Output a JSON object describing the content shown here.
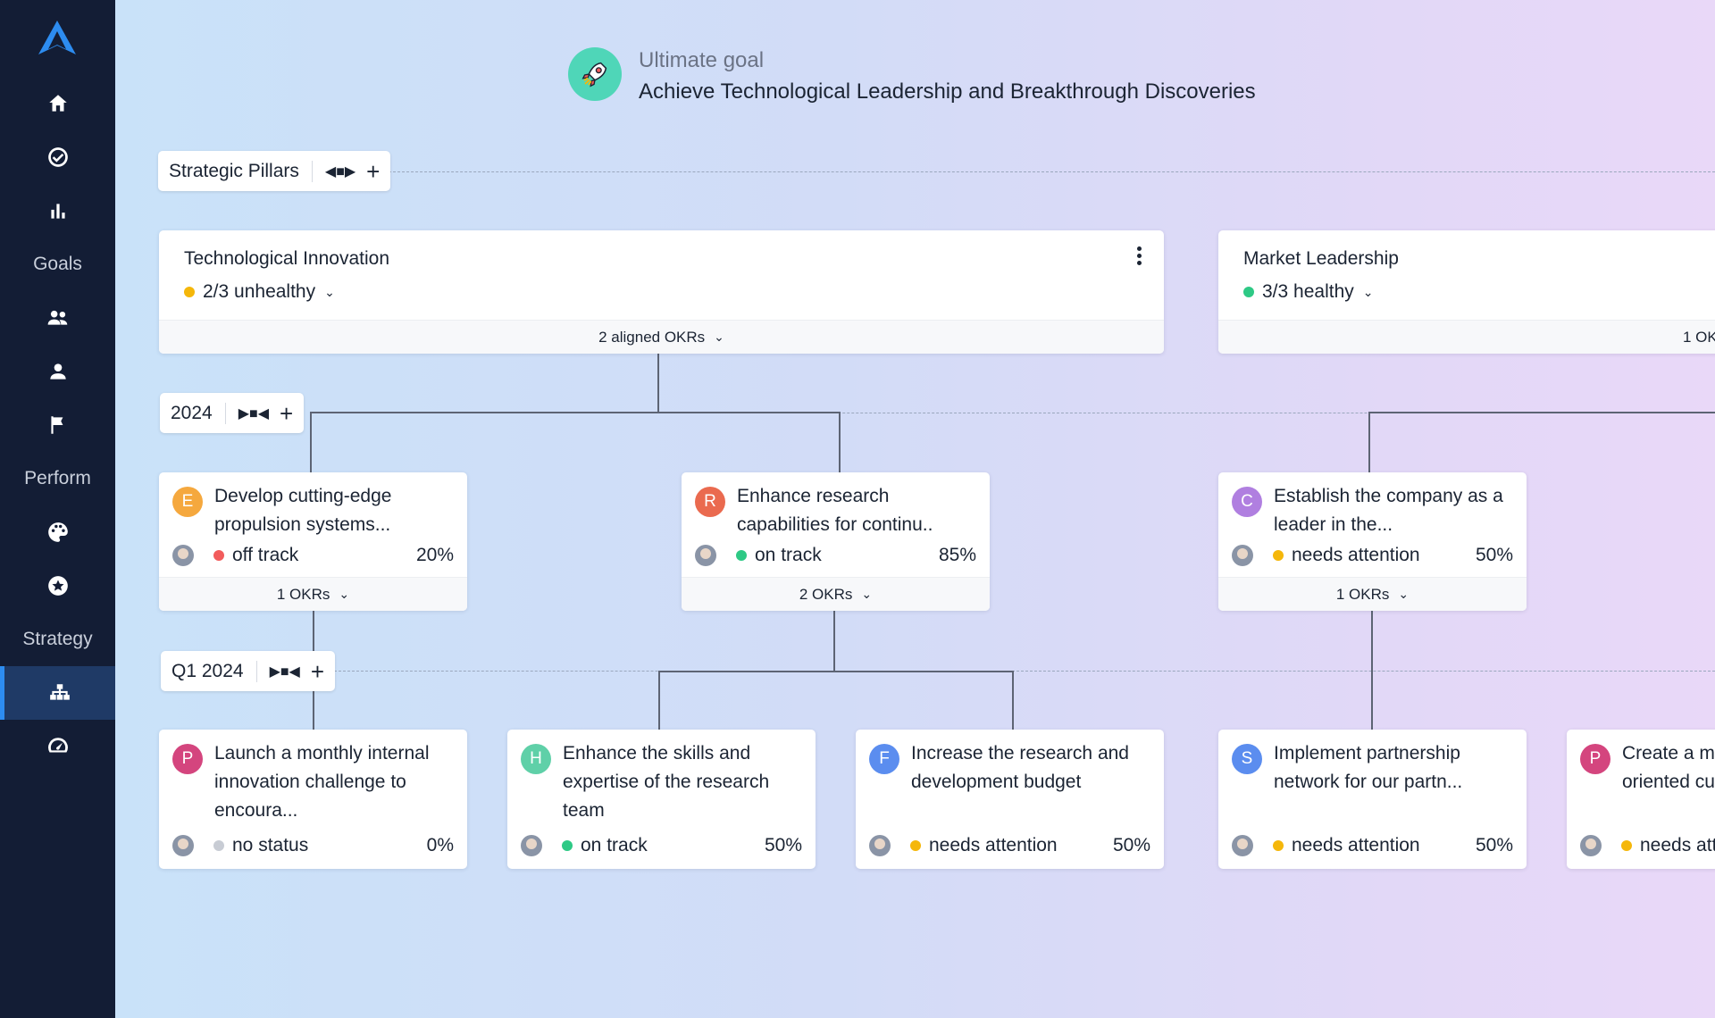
{
  "sidebar": {
    "sections": {
      "goals": "Goals",
      "perform": "Perform",
      "strategy": "Strategy"
    },
    "icons": [
      "home-icon",
      "check-circle-icon",
      "bar-chart-icon",
      "team-icon",
      "user-icon",
      "flag-icon",
      "palette-icon",
      "star-icon",
      "hierarchy-icon",
      "gauge-icon"
    ],
    "active_item": "hierarchy-icon",
    "accent": "#2d8cf0",
    "background": "#131d35"
  },
  "goal": {
    "label": "Ultimate goal",
    "title": "Achieve Technological Leadership and Breakthrough Discoveries"
  },
  "levels": {
    "pillars": "Strategic Pillars",
    "year": "2024",
    "quarter": "Q1 2024"
  },
  "pillars": [
    {
      "title": "Technological Innovation",
      "health": "2/3 unhealthy",
      "aligned": "2 aligned OKRs",
      "color": "#f5b70a"
    },
    {
      "title": "Market Leadership",
      "health": "3/3 healthy",
      "aligned": "1 OK",
      "color": "#2ec985"
    }
  ],
  "year_okrs": [
    {
      "letter": "E",
      "letter_color": "#f5a83e",
      "title": "Develop cutting-edge propulsion systems...",
      "status": "off track",
      "status_color": "#f25c5c",
      "pct": "20%",
      "okrs": "1 OKRs"
    },
    {
      "letter": "R",
      "letter_color": "#ea6a4f",
      "title": "Enhance research capabilities for continu..",
      "status": "on track",
      "status_color": "#2ec985",
      "pct": "85%",
      "okrs": "2 OKRs"
    },
    {
      "letter": "C",
      "letter_color": "#b07fe0",
      "title": "Establish the company as a leader in the...",
      "status": "needs attention",
      "status_color": "#f5b70a",
      "pct": "50%",
      "okrs": "1 OKRs"
    }
  ],
  "quarter_okrs": [
    {
      "letter": "P",
      "letter_color": "#d4457e",
      "title": "Launch a monthly internal innovation challenge to encoura...",
      "status": "no status",
      "status_color": "#c8ccd4",
      "pct": "0%"
    },
    {
      "letter": "H",
      "letter_color": "#5fd0a8",
      "title": "Enhance the skills and expertise of the research team",
      "status": "on track",
      "status_color": "#2ec985",
      "pct": "50%"
    },
    {
      "letter": "F",
      "letter_color": "#5b8def",
      "title": "Increase the research and development budget",
      "status": "needs attention",
      "status_color": "#f5b70a",
      "pct": "50%"
    },
    {
      "letter": "S",
      "letter_color": "#5b8def",
      "title": "Implement partnership network for our partn...",
      "status": "needs attention",
      "status_color": "#f5b70a",
      "pct": "50%"
    },
    {
      "letter": "P",
      "letter_color": "#d4457e",
      "title": "Create a m oriented cu",
      "status": "needs att",
      "status_color": "#f5b70a",
      "pct": ""
    }
  ]
}
